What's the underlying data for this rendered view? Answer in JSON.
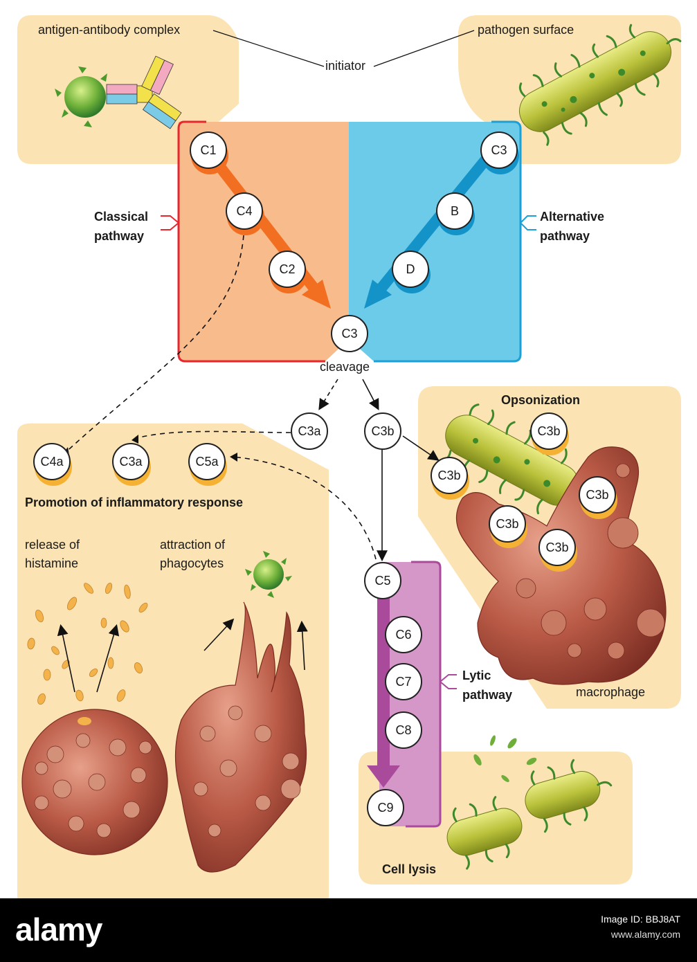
{
  "labels": {
    "antigen_antibody": "antigen-antibody complex",
    "pathogen_surface": "pathogen surface",
    "initiator": "initiator",
    "classical_1": "Classical",
    "classical_2": "pathway",
    "alternative_1": "Alternative",
    "alternative_2": "pathway",
    "cleavage": "cleavage",
    "opsonization": "Opsonization",
    "promotion": "Promotion of inflammatory response",
    "release_1": "release of",
    "release_2": "histamine",
    "attraction_1": "attraction of",
    "attraction_2": "phagocytes",
    "lytic_1": "Lytic",
    "lytic_2": "pathway",
    "macrophage": "macrophage",
    "cell_lysis": "Cell lysis"
  },
  "nodes": {
    "c1": "C1",
    "c4": "C4",
    "c2": "C2",
    "c3_alt": "C3",
    "b": "B",
    "d": "D",
    "c3_center": "C3",
    "c3a_mid": "C3a",
    "c3b_mid": "C3b",
    "c4a": "C4a",
    "c3a": "C3a",
    "c5a": "C5a",
    "c3b_1": "C3b",
    "c3b_2": "C3b",
    "c3b_3": "C3b",
    "c3b_4": "C3b",
    "c3b_5": "C3b",
    "c5": "C5",
    "c6": "C6",
    "c7": "C7",
    "c8": "C8",
    "c9": "C9"
  },
  "colors": {
    "panel": "#fbe3b4",
    "classical_fill": "#f8bb8c",
    "classical_border": "#e8262d",
    "classical_arrow": "#f26f22",
    "alternative_fill": "#6ccbe8",
    "alternative_border": "#1ea0d6",
    "alternative_arrow": "#1493c9",
    "lytic_fill": "#d596c8",
    "lytic_arrow": "#a94a9b",
    "node_shadow": "#f5b133"
  },
  "footer": {
    "brand": "alamy",
    "image_id": "Image ID: BBJ8AT",
    "url": "www.alamy.com"
  }
}
